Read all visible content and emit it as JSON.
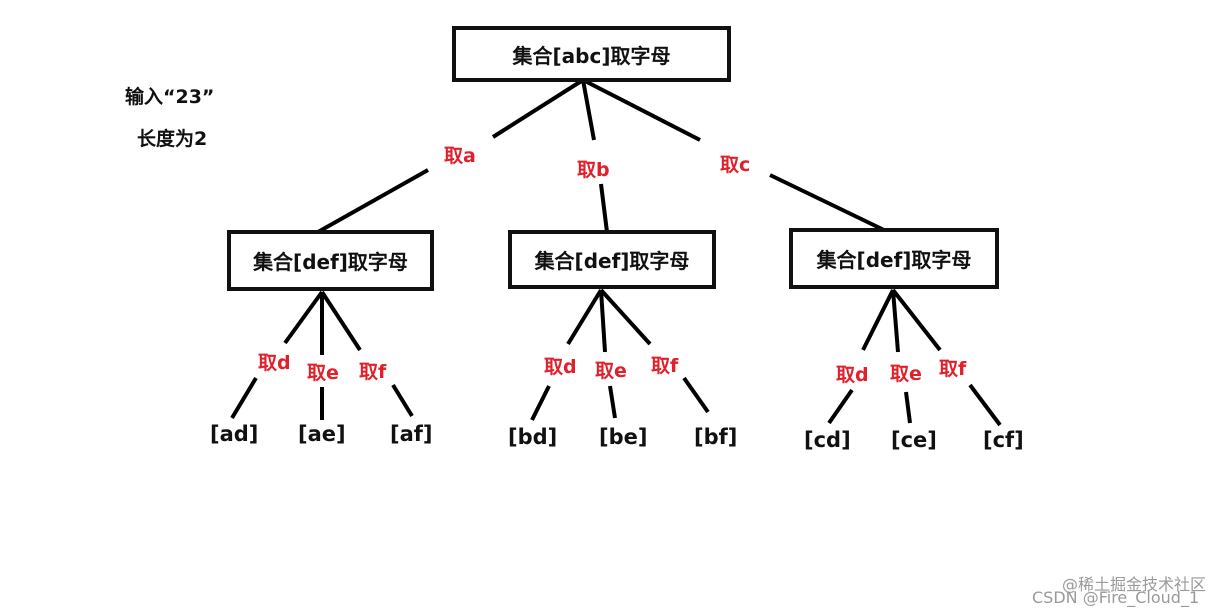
{
  "input_note": "输入“23”",
  "length_note": "长度为2",
  "root": {
    "label": "集合[abc]取字母"
  },
  "root_edges": [
    {
      "label": "取a"
    },
    {
      "label": "取b"
    },
    {
      "label": "取c"
    }
  ],
  "children": [
    {
      "label": "集合[def]取字母",
      "edges": [
        "取d",
        "取e",
        "取f"
      ],
      "leaves": [
        "[ad]",
        "[ae]",
        "[af]"
      ]
    },
    {
      "label": "集合[def]取字母",
      "edges": [
        "取d",
        "取e",
        "取f"
      ],
      "leaves": [
        "[bd]",
        "[be]",
        "[bf]"
      ]
    },
    {
      "label": "集合[def]取字母",
      "edges": [
        "取d",
        "取e",
        "取f"
      ],
      "leaves": [
        "[cd]",
        "[ce]",
        "[cf]"
      ]
    }
  ],
  "watermark_line1": "@稀土掘金技术社区",
  "watermark_line2": "CSDN @Fire_Cloud_1"
}
